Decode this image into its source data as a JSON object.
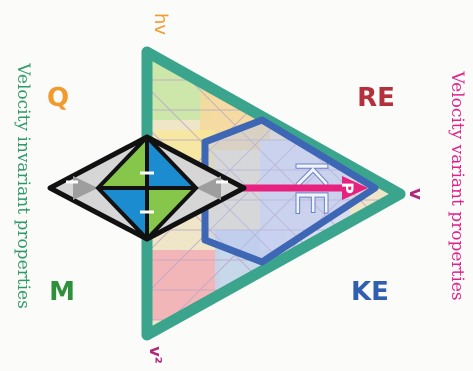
{
  "labels": {
    "q": "Q",
    "re": "RE",
    "m": "M",
    "ke": "KE",
    "hv": "hv",
    "v": "v",
    "v2": "v²",
    "ke_center": "KE",
    "p": "P",
    "left_side": "Velocity invariant properties",
    "right_side": "Velocity variant properties"
  },
  "colors": {
    "q": "#f29a2e",
    "re": "#b4303c",
    "m": "#2f8f3a",
    "ke": "#2f5fae",
    "hv_label": "#f29a2e",
    "v_label": "#b0287c",
    "left_side": "#2e9a6a",
    "right_side": "#e0218a",
    "outer_triangle": "#3aa58c",
    "inner_border": "#3d66b4",
    "arrow": "#e8217f",
    "diamond_outline": "#111111"
  }
}
